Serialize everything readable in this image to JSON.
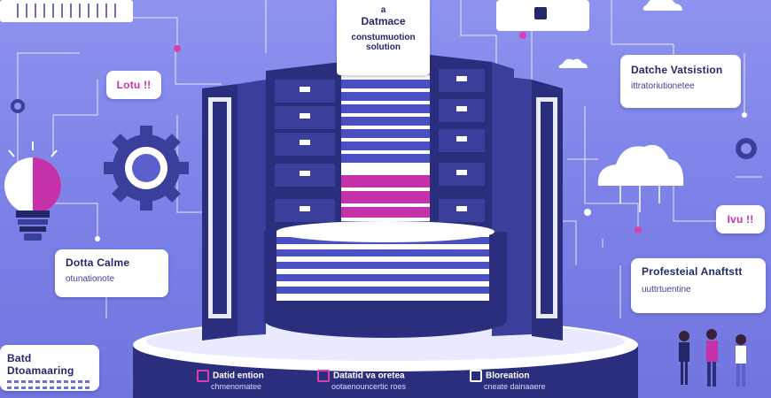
{
  "colors": {
    "background": "#7c82e8",
    "navy": "#24276a",
    "magenta": "#c431a8",
    "white": "#ffffff"
  },
  "title_card": {
    "line1": "a",
    "line2": "Datmace",
    "line3": "constumuotion",
    "line4": "solution"
  },
  "left_tag": {
    "text": "Lotu !!"
  },
  "right_tag": {
    "text": "Ivu !!"
  },
  "data_card": {
    "title": "Dotta Calme",
    "sub": "otunationote"
  },
  "visual_card": {
    "title": "Datche Vatsistion",
    "sub": "ittratoriutionetee"
  },
  "analytics_card": {
    "title": "Profesteial Anaftstt",
    "sub": "uuttrtuentine"
  },
  "bottom_left_card": {
    "title": "Batd Dtoamaaring"
  },
  "base_labels": [
    {
      "title": "Datid ention",
      "sub": "chmenomatee"
    },
    {
      "title": "Datatid va oretea",
      "sub": "ootaenouncertic roes"
    },
    {
      "title": "Bloreation",
      "sub": "cneate dainaaere"
    }
  ],
  "icons": [
    "lightbulb-icon",
    "gear-icon",
    "cloud-icon",
    "monitor-icon",
    "server-tower-icon",
    "people-icon"
  ]
}
